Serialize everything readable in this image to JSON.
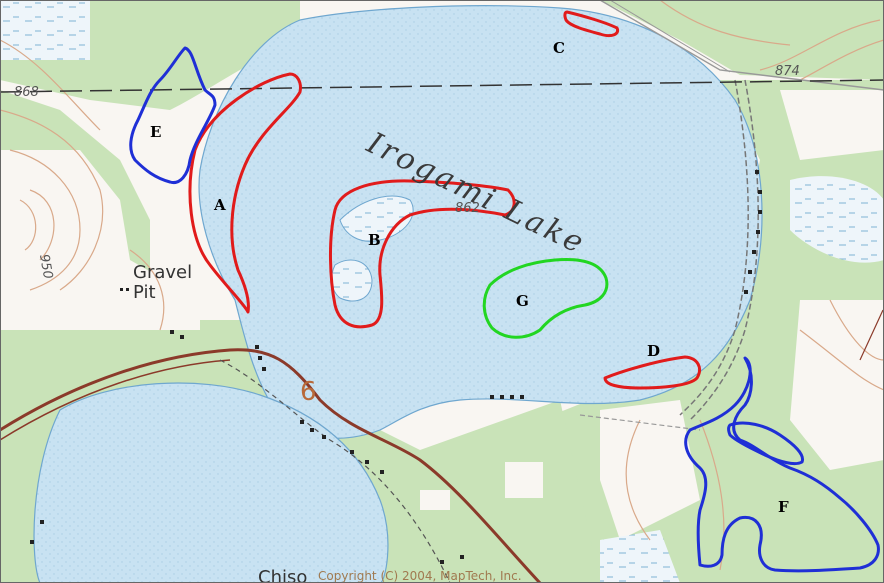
{
  "map": {
    "lake_name": "Irogami Lake",
    "lake_depth_label": "862",
    "place_label_line1": "Gravel",
    "place_label_line2": "Pit",
    "section_number": "6",
    "elevation_labels": {
      "left": "868",
      "right": "874",
      "contour": "950"
    },
    "road_label_partial": "Chiso",
    "copyright": "Copyright (C) 2004, MapTech, Inc."
  },
  "zones": [
    {
      "id": "A",
      "label": "A",
      "color": "#e11b1b"
    },
    {
      "id": "B",
      "label": "B",
      "color": "#e11b1b"
    },
    {
      "id": "C",
      "label": "C",
      "color": "#e11b1b"
    },
    {
      "id": "D",
      "label": "D",
      "color": "#e11b1b"
    },
    {
      "id": "E",
      "label": "E",
      "color": "#1f2fd6"
    },
    {
      "id": "F",
      "label": "F",
      "color": "#1f2fd6"
    },
    {
      "id": "G",
      "label": "G",
      "color": "#22d622"
    }
  ],
  "colors": {
    "water": "#c8e2f2",
    "forest": "#c9e3b8",
    "land": "#ffffff",
    "contour": "#d9a98a",
    "road": "#8b3a2a",
    "marsh": "#a6cfe6"
  }
}
